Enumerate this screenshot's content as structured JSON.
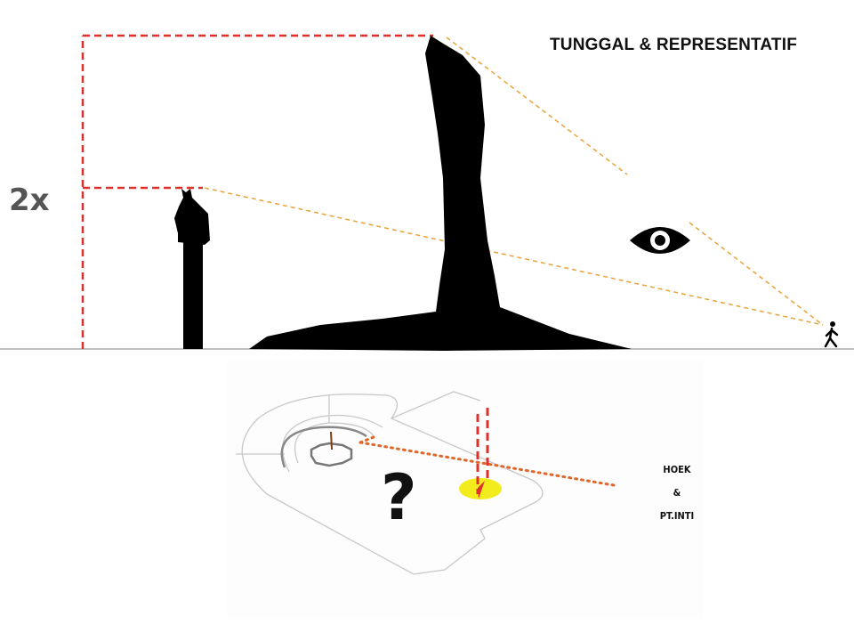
{
  "title": "TUNGGAL & REPRESENTATIF",
  "scale_label": "2x",
  "plan": {
    "question_mark": "?",
    "label_line1": "HOEK",
    "label_line2": "&",
    "label_line3": "PT.INTI"
  },
  "colors": {
    "height_guides": "#e0302a",
    "sight_lines": "#e8a33a",
    "plan_sightline": "#e0662a",
    "highlight": "#f2ec1c",
    "silhouette": "#000000"
  },
  "icons": [
    "eye-icon",
    "pedestrian-icon",
    "column-statue-silhouette",
    "sculpture-silhouette"
  ]
}
